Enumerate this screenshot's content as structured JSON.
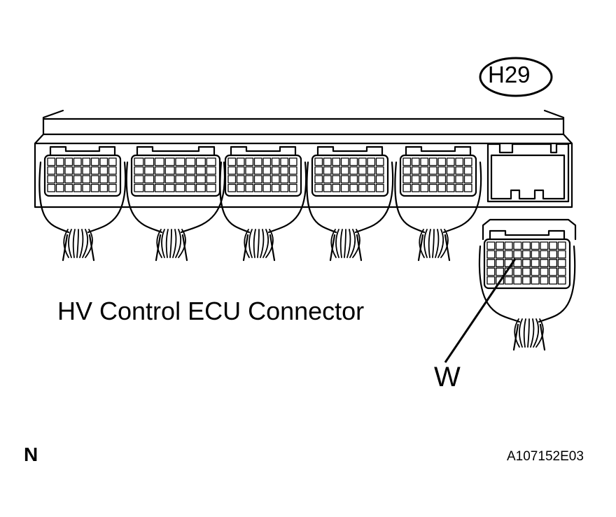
{
  "diagram": {
    "title": "HV Control ECU Connector",
    "connector_code": "H29",
    "terminal_label": "W",
    "view_marker": "N",
    "figure_id": "A107152E03"
  }
}
